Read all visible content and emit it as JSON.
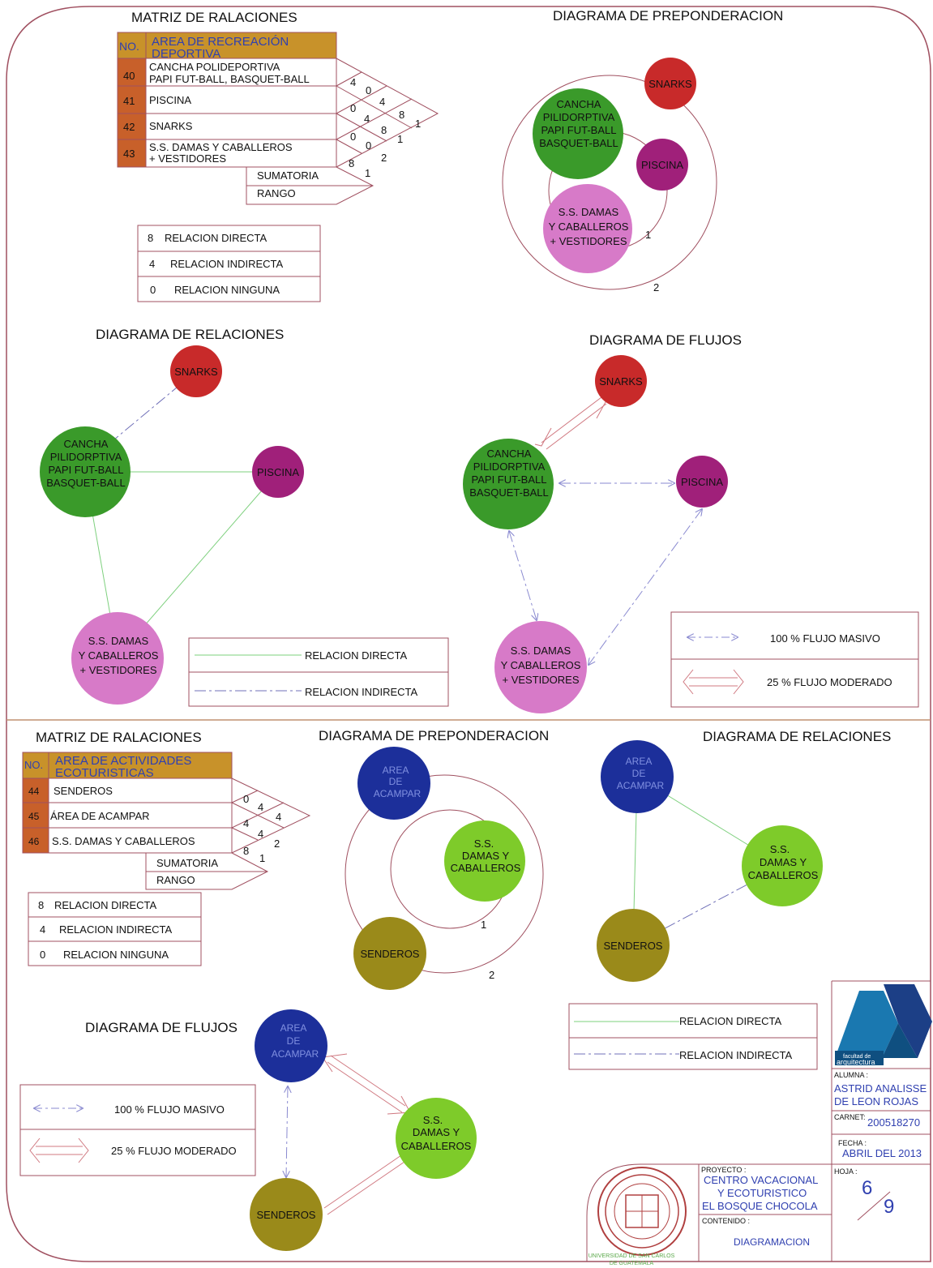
{
  "colors": {
    "sheet_border": "#a05060",
    "table_border": "#a05060",
    "header_fill": "#c8922a",
    "header_text": "#3040b0",
    "number_fill": "#c8602a",
    "green_circle": "#3a9a2a",
    "lime_circle": "#7ecb2a",
    "red_circle": "#c82a2a",
    "purple_circle": "#a0207a",
    "pink_circle": "#d77ac8",
    "blue_circle": "#1c2f9a",
    "olive_circle": "#9a8a1a",
    "direct_line": "#7ed07e",
    "indirect_line": "#7070b8",
    "moderate_arrow": "#d07880",
    "massive_arrow": "#8a8ad0"
  },
  "top": {
    "matrix": {
      "title": "MATRIZ DE RALACIONES",
      "header_no": "NO.",
      "header_area_1": "AREA DE RECREACIÓN",
      "header_area_2": "DEPORTIVA",
      "rows": [
        {
          "no": "40",
          "line1": "CANCHA POLIDEPORTIVA",
          "line2": "PAPI FUT-BALL, BASQUET-BALL"
        },
        {
          "no": "41",
          "line1": "PISCINA",
          "line2": ""
        },
        {
          "no": "42",
          "line1": "SNARKS",
          "line2": ""
        },
        {
          "no": "43",
          "line1": "S.S. DAMAS Y CABALLEROS",
          "line2": "+ VESTIDORES"
        }
      ],
      "cells": [
        "4",
        "0",
        "0",
        "4",
        "4",
        "8",
        "0",
        "8",
        "1",
        "0",
        "1",
        "2",
        "8",
        "1"
      ],
      "sum_label": "SUMATORIA",
      "rank_label": "RANGO"
    },
    "legend": [
      {
        "value": "8",
        "label": "RELACION DIRECTA"
      },
      {
        "value": "4",
        "label": "RELACION INDIRECTA"
      },
      {
        "value": "0",
        "label": "RELACION NINGUNA"
      }
    ],
    "preponderance": {
      "title": "DIAGRAMA DE PREPONDERACION",
      "snarks": "SNARKS",
      "cancha": [
        "CANCHA",
        "PILIDORPTIVA",
        "PAPI FUT-BALL",
        "BASQUET-BALL"
      ],
      "piscina": "PISCINA",
      "ss": [
        "S.S. DAMAS",
        "Y CABALLEROS",
        "+ VESTIDORES"
      ],
      "ring1": "1",
      "ring2": "2"
    },
    "relations": {
      "title": "DIAGRAMA DE RELACIONES",
      "snarks": "SNARKS",
      "cancha": [
        "CANCHA",
        "PILIDORPTIVA",
        "PAPI FUT-BALL",
        "BASQUET-BALL"
      ],
      "piscina": "PISCINA",
      "ss": [
        "S.S. DAMAS",
        "Y CABALLEROS",
        "+ VESTIDORES"
      ],
      "legend_direct": "RELACION DIRECTA",
      "legend_indirect": "RELACION INDIRECTA"
    },
    "flows": {
      "title": "DIAGRAMA DE FLUJOS",
      "snarks": "SNARKS",
      "cancha": [
        "CANCHA",
        "PILIDORPTIVA",
        "PAPI FUT-BALL",
        "BASQUET-BALL"
      ],
      "piscina": "PISCINA",
      "ss": [
        "S.S. DAMAS",
        "Y CABALLEROS",
        "+ VESTIDORES"
      ],
      "legend_massive": "100 % FLUJO MASIVO",
      "legend_moderate": "25 % FLUJO MODERADO"
    }
  },
  "bottom": {
    "matrix": {
      "title": "MATRIZ DE RALACIONES",
      "header_no": "NO.",
      "header_area_1": "AREA DE ACTIVIDADES",
      "header_area_2": "ECOTURISTICAS",
      "rows": [
        {
          "no": "44",
          "label": "SENDEROS"
        },
        {
          "no": "45",
          "label": "ÁREA DE ACAMPAR"
        },
        {
          "no": "46",
          "label": "S.S. DAMAS Y CABALLEROS"
        }
      ],
      "cells": [
        "0",
        "4",
        "4",
        "4",
        "4",
        "2",
        "8",
        "1"
      ],
      "sum_label": "SUMATORIA",
      "rank_label": "RANGO"
    },
    "legend": [
      {
        "value": "8",
        "label": "RELACION DIRECTA"
      },
      {
        "value": "4",
        "label": "RELACION INDIRECTA"
      },
      {
        "value": "0",
        "label": "RELACION NINGUNA"
      }
    ],
    "preponderance": {
      "title": "DIAGRAMA DE PREPONDERACION",
      "acampar": [
        "AREA",
        "DE",
        "ACAMPAR"
      ],
      "ss": [
        "S.S.",
        "DAMAS Y",
        "CABALLEROS"
      ],
      "senderos": "SENDEROS",
      "ring1": "1",
      "ring2": "2"
    },
    "relations": {
      "title": "DIAGRAMA DE RELACIONES",
      "acampar": [
        "AREA",
        "DE",
        "ACAMPAR"
      ],
      "ss": [
        "S.S.",
        "DAMAS Y",
        "CABALLEROS"
      ],
      "senderos": "SENDEROS",
      "legend_direct": "RELACION DIRECTA",
      "legend_indirect": "RELACION INDIRECTA"
    },
    "flows": {
      "title": "DIAGRAMA DE FLUJOS",
      "acampar": [
        "AREA",
        "DE",
        "ACAMPAR"
      ],
      "ss": [
        "S.S.",
        "DAMAS Y",
        "CABALLEROS"
      ],
      "senderos": "SENDEROS",
      "legend_massive": "100 % FLUJO MASIVO",
      "legend_moderate": "25 % FLUJO MODERADO"
    }
  },
  "title_block": {
    "logo_text_1": "facultad de",
    "logo_text_2": "arquitectura",
    "student_label": "ALUMNA :",
    "student_name_1": "ASTRID ANALISSE",
    "student_name_2": "DE LEON ROJAS",
    "carnet_label": "CARNET:",
    "carnet_value": "200518270",
    "date_label": "FECHA :",
    "date_value": "ABRIL DEL 2013",
    "sheet_label": "HOJA :",
    "sheet_num": "6",
    "sheet_total": "9",
    "project_label": "PROYECTO :",
    "project_1": "CENTRO VACACIONAL",
    "project_2": "Y ECOTURISTICO",
    "project_3": "EL BOSQUE CHOCOLA",
    "content_label": "CONTENIDO :",
    "content_value": "DIAGRAMACION",
    "seal_text_1": "UNIVERSIDAD DE SAN CARLOS",
    "seal_text_2": "DE GUATEMALA"
  }
}
